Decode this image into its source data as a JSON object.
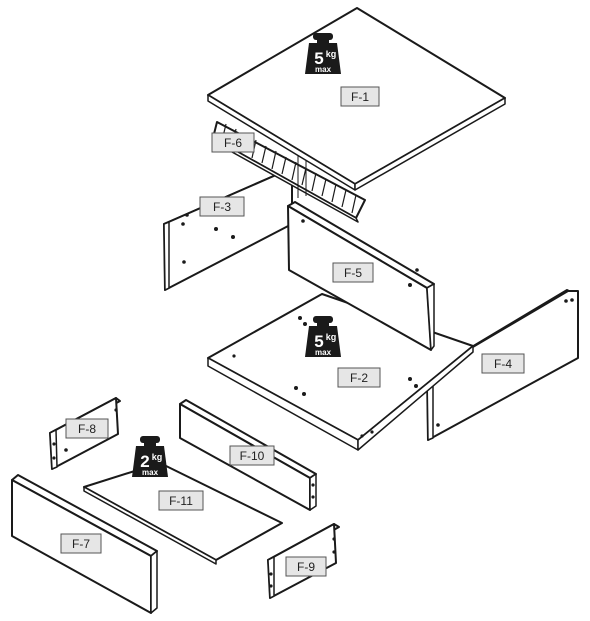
{
  "parts": [
    {
      "id": "F-1",
      "label": "F-1"
    },
    {
      "id": "F-2",
      "label": "F-2"
    },
    {
      "id": "F-3",
      "label": "F-3"
    },
    {
      "id": "F-4",
      "label": "F-4"
    },
    {
      "id": "F-5",
      "label": "F-5"
    },
    {
      "id": "F-6",
      "label": "F-6"
    },
    {
      "id": "F-7",
      "label": "F-7"
    },
    {
      "id": "F-8",
      "label": "F-8"
    },
    {
      "id": "F-9",
      "label": "F-9"
    },
    {
      "id": "F-10",
      "label": "F-10"
    },
    {
      "id": "F-11",
      "label": "F-11"
    }
  ],
  "weights": [
    {
      "value": "5",
      "unit": "kg",
      "note": "max"
    },
    {
      "value": "5",
      "unit": "kg",
      "note": "max"
    },
    {
      "value": "2",
      "unit": "kg",
      "note": "max"
    }
  ],
  "colors": {
    "line": "#1a1a1a",
    "panel": "#ffffff",
    "tag": "#e6e6e6",
    "weight": "#1a1a1a"
  }
}
